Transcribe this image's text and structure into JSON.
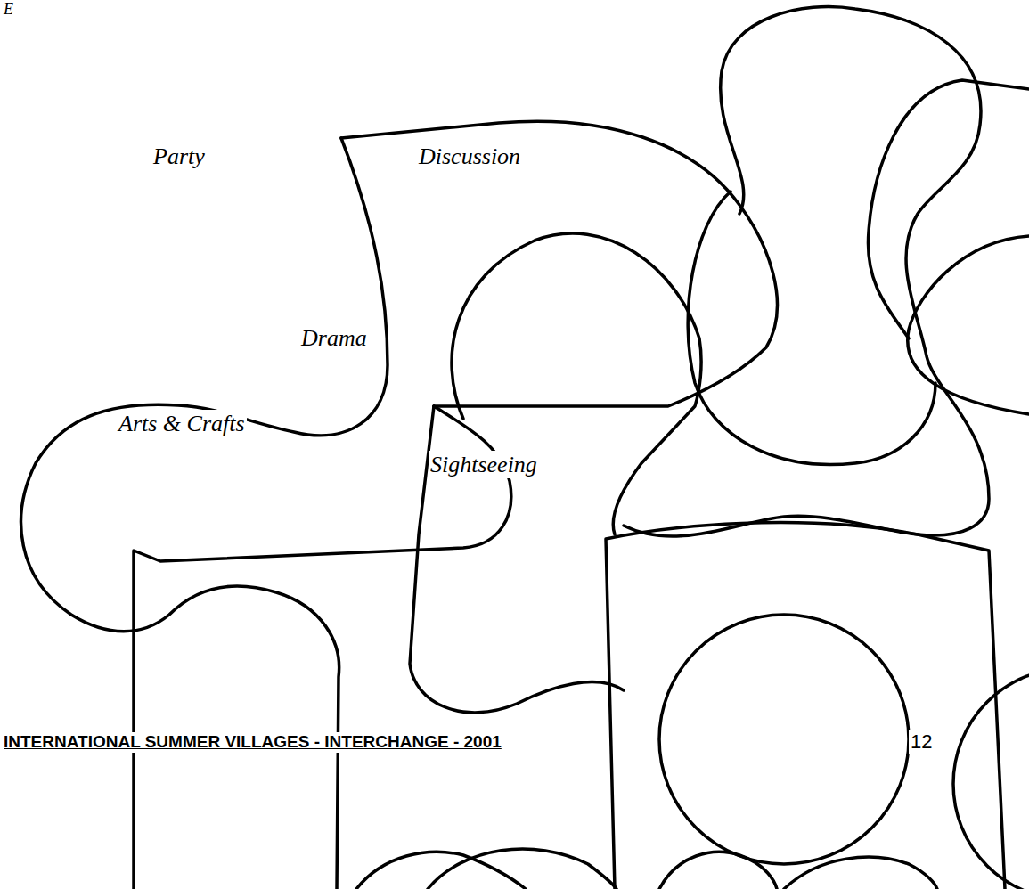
{
  "diagram": {
    "labels": [
      "E",
      "Party",
      "Discussion",
      "Drama",
      "Arts & Crafts",
      "Sightseeing",
      "INTERNATIONAL SUMMER VILLAGES - INTERCHANGE - 2001",
      "12"
    ]
  }
}
